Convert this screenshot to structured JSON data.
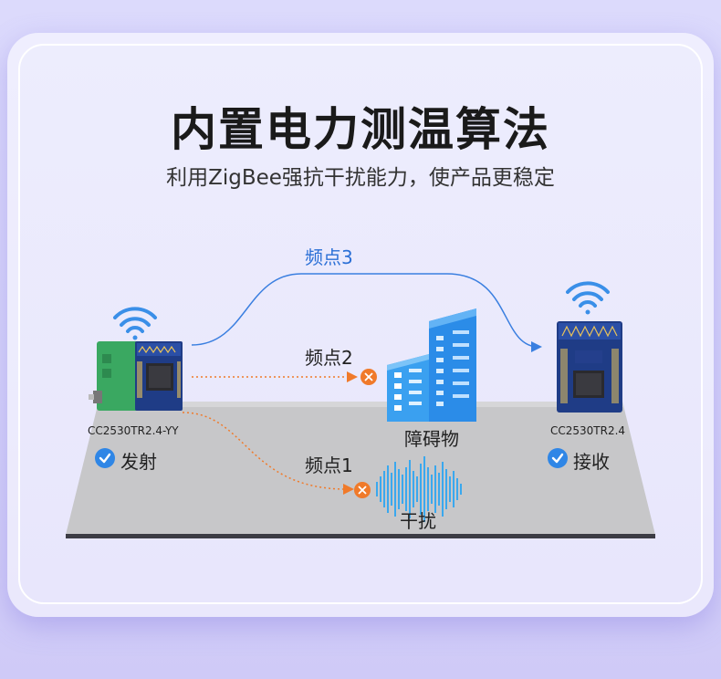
{
  "header": {
    "title": "内置电力测温算法",
    "subtitle": "利用ZigBee强抗干扰能力，使产品更稳定"
  },
  "paths": {
    "freq3": "频点3",
    "freq2": "频点2",
    "freq1": "频点1"
  },
  "transmitter": {
    "model": "CC2530TR2.4-YY",
    "role": "发射"
  },
  "receiver": {
    "model": "CC2530TR2.4",
    "role": "接收"
  },
  "obstacle": {
    "label": "障碍物"
  },
  "interference": {
    "label": "干扰"
  },
  "colors": {
    "accent_blue": "#2a6fd6",
    "building_blue": "#2b8ce8",
    "blocked_orange": "#f07a2a",
    "wifi_blue": "#3a8fe8"
  },
  "icons": {
    "wifi": "wifi-icon",
    "check": "check-circle-icon",
    "blocked": "x-circle-icon",
    "building": "building-icon",
    "waveform": "waveform-icon"
  }
}
